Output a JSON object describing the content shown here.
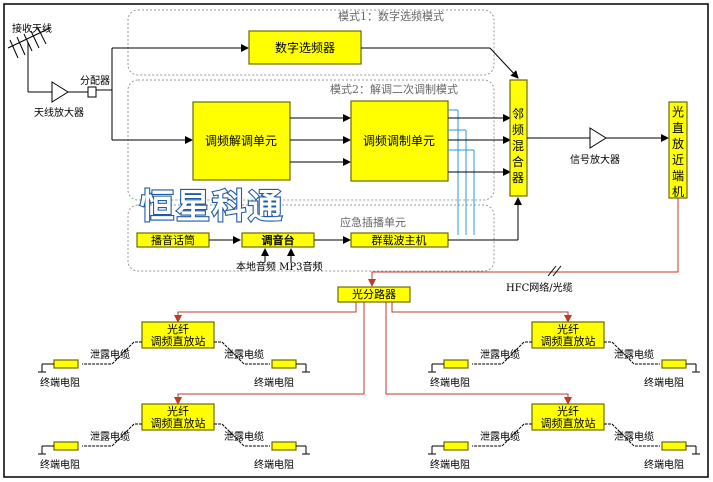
{
  "antenna": {
    "receive_label": "接收天线",
    "amp_label": "天线放大器",
    "splitter_label": "分配器"
  },
  "mode1": {
    "title": "模式1：数字选频模式",
    "box": "数字选频器"
  },
  "mode2": {
    "title": "模式2：解调二次调制模式",
    "demod": "调频解调单元",
    "mod": "调频调制单元"
  },
  "emergency": {
    "title": "应急插播单元",
    "mic": "播音话筒",
    "mixer": "调音台",
    "carrier": "群载波主机",
    "source_note": "本地音频 MP3音频"
  },
  "combiner": "邻频混合器",
  "signal_amp": "信号放大器",
  "optical_tx": "光直放近端机",
  "network_label": "HFC网络/光缆",
  "optical_splitter": "光分路器",
  "watermark": "恒星科通",
  "stations": [
    {
      "name_line1": "光纤",
      "name_line2": "调频直放站",
      "cable_left": "泄露电缆",
      "cable_right": "泄露电缆",
      "res_left": "终端电阻",
      "res_right": "终端电阻"
    },
    {
      "name_line1": "光纤",
      "name_line2": "调频直放站",
      "cable_left": "泄露电缆",
      "cable_right": "泄露电缆",
      "res_left": "终端电阻",
      "res_right": "终端电阻"
    },
    {
      "name_line1": "光纤",
      "name_line2": "调频直放站",
      "cable_left": "泄露电缆",
      "cable_right": "泄露电缆",
      "res_left": "终端电阻",
      "res_right": "终端电阻"
    },
    {
      "name_line1": "光纤",
      "name_line2": "调频直放站",
      "cable_left": "泄露电缆",
      "cable_right": "泄露电缆",
      "res_left": "终端电阻",
      "res_right": "终端电阻"
    }
  ],
  "colors": {
    "box_fill": "#ffff00",
    "fiber_line": "#c0392b",
    "blue_line": "#2e9bd6",
    "watermark_stroke": "#1f5aa8"
  }
}
